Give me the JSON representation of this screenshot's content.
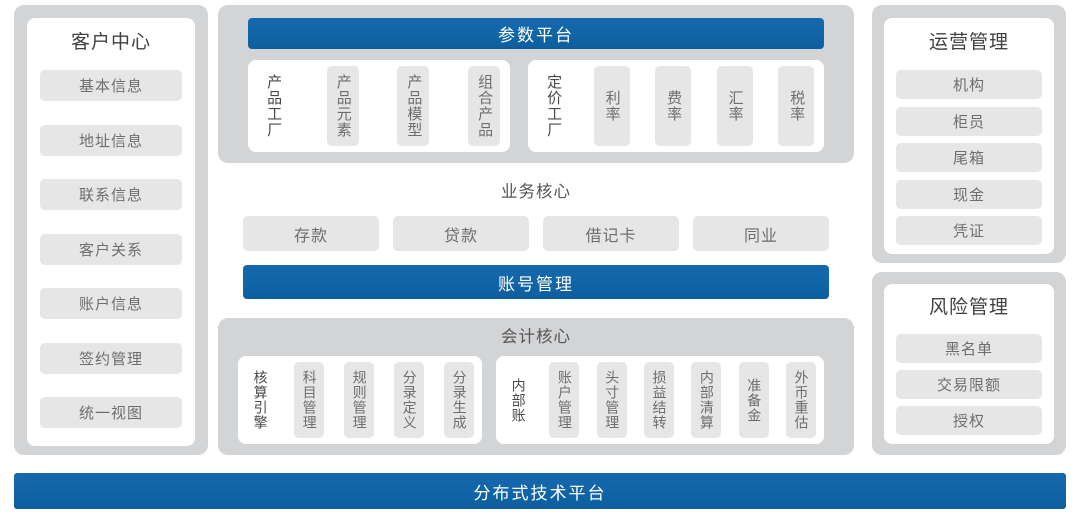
{
  "diagram": {
    "title_bottom": "分布式技术平台",
    "colors": {
      "accent_blue": "#1065a6",
      "frame_gray": "#d3d4d6",
      "chip_gray": "#e6e6e6",
      "card_white": "#ffffff"
    }
  },
  "left_panel": {
    "title": "客户中心",
    "items": [
      {
        "label": "基本信息"
      },
      {
        "label": "地址信息"
      },
      {
        "label": "联系信息"
      },
      {
        "label": "客户关系"
      },
      {
        "label": "账户信息"
      },
      {
        "label": "签约管理"
      },
      {
        "label": "统一视图"
      }
    ]
  },
  "parameter_platform": {
    "title": "参数平台",
    "groups": [
      {
        "name": "product-factory-group",
        "items": [
          {
            "label": "产品工厂",
            "chip": false
          },
          {
            "label": "产品元素",
            "chip": true
          },
          {
            "label": "产品模型",
            "chip": true
          },
          {
            "label": "组合产品",
            "chip": true
          }
        ]
      },
      {
        "name": "pricing-factory-group",
        "items": [
          {
            "label": "定价工厂",
            "chip": false
          },
          {
            "label": "利率",
            "chip": true
          },
          {
            "label": "费率",
            "chip": true
          },
          {
            "label": "汇率",
            "chip": true
          },
          {
            "label": "税率",
            "chip": true
          }
        ]
      }
    ]
  },
  "business_core": {
    "title": "业务核心",
    "items": [
      {
        "label": "存款"
      },
      {
        "label": "贷款"
      },
      {
        "label": "借记卡"
      },
      {
        "label": "同业"
      }
    ],
    "account_bar": "账号管理"
  },
  "accounting_core": {
    "title": "会计核心",
    "groups": [
      {
        "name": "accounting-engine-group",
        "items": [
          {
            "label": "核算引擎",
            "chip": false
          },
          {
            "label": "科目管理",
            "chip": true
          },
          {
            "label": "规则管理",
            "chip": true
          },
          {
            "label": "分录定义",
            "chip": true
          },
          {
            "label": "分录生成",
            "chip": true
          }
        ]
      },
      {
        "name": "internal-ledger-group",
        "items": [
          {
            "label": "内部账",
            "chip": false
          },
          {
            "label": "账户管理",
            "chip": true
          },
          {
            "label": "头寸管理",
            "chip": true
          },
          {
            "label": "损益结转",
            "chip": true
          },
          {
            "label": "内部清算",
            "chip": true
          },
          {
            "label": "准备金",
            "chip": true
          },
          {
            "label": "外币重估",
            "chip": true
          }
        ]
      }
    ]
  },
  "operations_panel": {
    "title": "运营管理",
    "items": [
      {
        "label": "机构"
      },
      {
        "label": "柜员"
      },
      {
        "label": "尾箱"
      },
      {
        "label": "现金"
      },
      {
        "label": "凭证"
      }
    ]
  },
  "risk_panel": {
    "title": "风险管理",
    "items": [
      {
        "label": "黑名单"
      },
      {
        "label": "交易限额"
      },
      {
        "label": "授权"
      }
    ]
  }
}
